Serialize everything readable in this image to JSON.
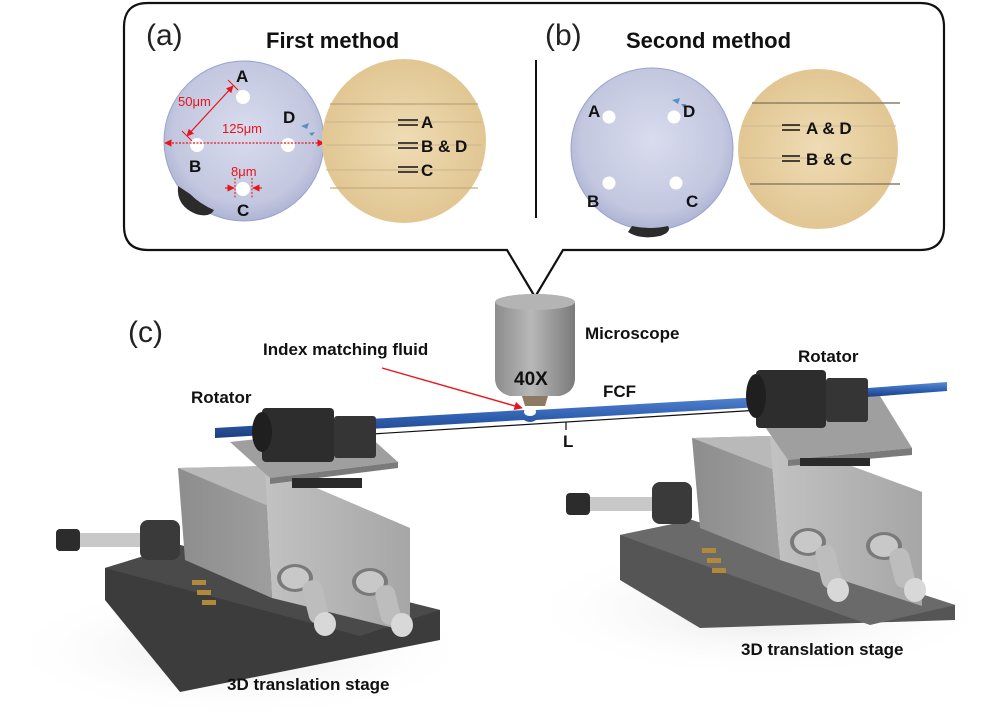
{
  "panel_a": {
    "tag": "(a)",
    "title": "First method",
    "cross_section": {
      "holes": [
        "A",
        "B",
        "C",
        "D"
      ],
      "dim_pitch": "50μm",
      "dim_diameter": "125μm",
      "dim_hole": "8μm"
    },
    "side_view": {
      "labels": [
        "A",
        "B & D",
        "C"
      ]
    }
  },
  "panel_b": {
    "tag": "(b)",
    "title": "Second method",
    "cross_section": {
      "holes": [
        "A",
        "B",
        "C",
        "D"
      ]
    },
    "side_view": {
      "labels": [
        "A & D",
        "B & C"
      ]
    }
  },
  "panel_c": {
    "tag": "(c)",
    "microscope_label": "Microscope",
    "magnification": "40X",
    "fluid_label": "Index matching fluid",
    "fiber_label": "FCF",
    "length_label": "L",
    "rotator_left": "Rotator",
    "rotator_right": "Rotator",
    "stage_left": "3D translation stage",
    "stage_right": "3D translation stage"
  },
  "colors": {
    "fiber": "#2f5fb0",
    "annotation": "#e8141b",
    "cross_section": "#c9cde3",
    "side_view": "#e8cf9f",
    "metal": "#a9a9a9",
    "dark_part": "#2e2e2e"
  }
}
